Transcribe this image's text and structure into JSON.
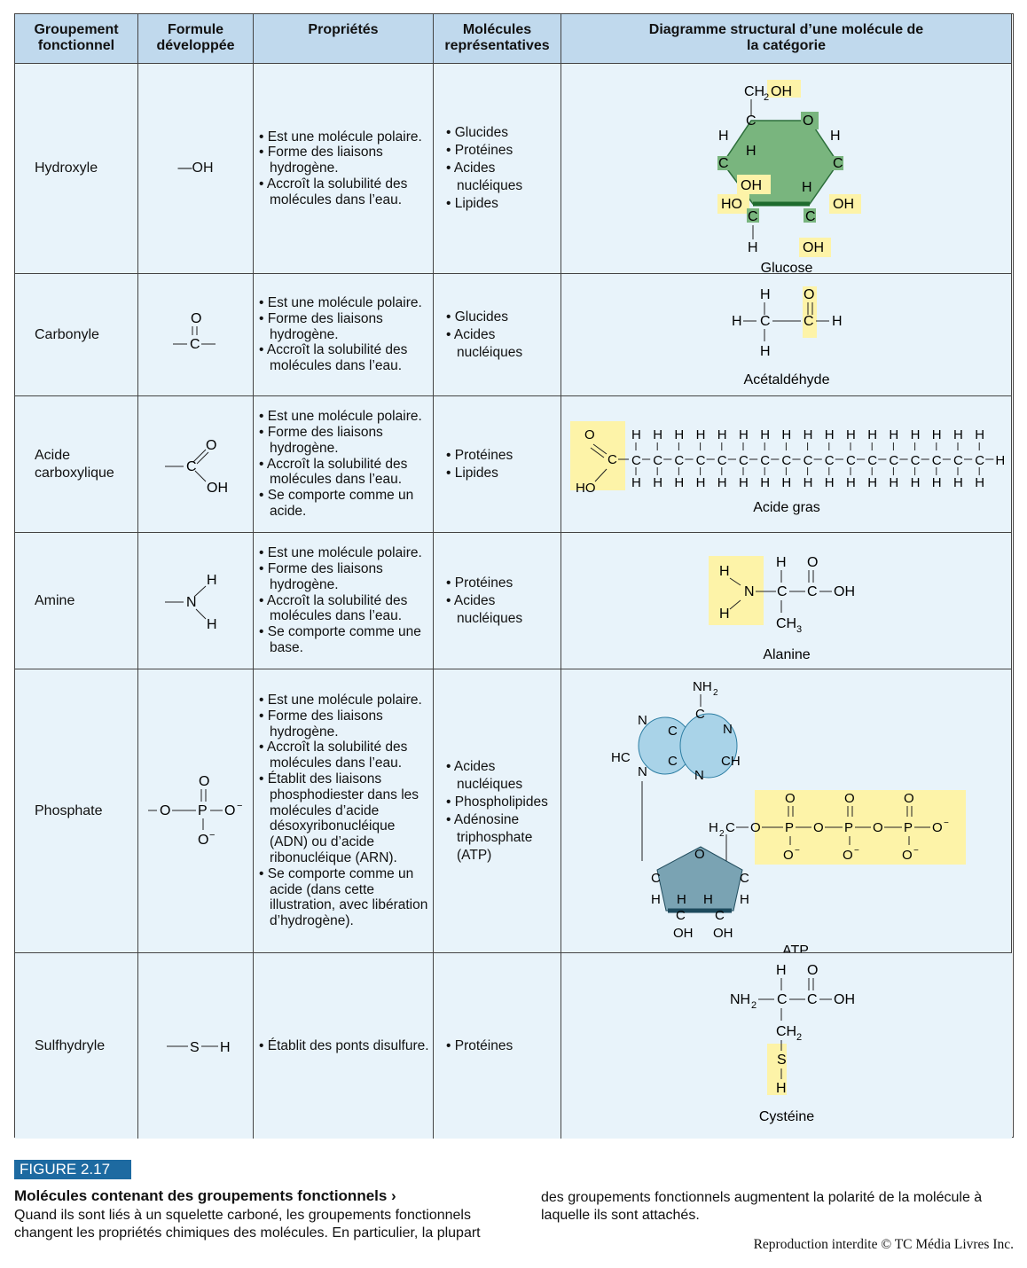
{
  "headers": [
    "Groupement fonctionnel",
    "Formule développée",
    "Propriétés",
    "Molécules représentatives",
    "Diagramme structural d’une molécule de la catégorie"
  ],
  "rows": [
    {
      "group": "Hydroxyle",
      "formula": "—OH",
      "properties": [
        "Est une molécule polaire.",
        "Forme des liaisons hydrogène.",
        "Accroît la solubilité des molécules dans l’eau."
      ],
      "molecules": [
        "Glucides",
        "Protéines",
        "Acides nucléiques",
        "Lipides"
      ],
      "example": "Glucose"
    },
    {
      "group": "Carbonyle",
      "formula": "",
      "properties": [
        "Est une molécule polaire.",
        "Forme des liaisons hydrogène.",
        "Accroît la solubilité des molécules dans l’eau."
      ],
      "molecules": [
        "Glucides",
        "Acides nucléiques"
      ],
      "example": "Acétaldéhyde"
    },
    {
      "group": "Acide carboxylique",
      "formula": "",
      "properties": [
        "Est une molécule polaire.",
        "Forme des liaisons hydrogène.",
        "Accroît la solubilité des molécules dans l’eau.",
        "Se comporte comme un acide."
      ],
      "molecules": [
        "Protéines",
        "Lipides"
      ],
      "example": "Acide gras"
    },
    {
      "group": "Amine",
      "formula": "",
      "properties": [
        "Est une molécule polaire.",
        "Forme des liaisons hydrogène.",
        "Accroît la solubilité des molécules dans l’eau.",
        "Se comporte comme une base."
      ],
      "molecules": [
        "Protéines",
        "Acides nucléiques"
      ],
      "example": "Alanine"
    },
    {
      "group": "Phosphate",
      "formula": "",
      "properties": [
        "Est une molécule polaire.",
        "Forme des liaisons hydrogène.",
        "Accroît la solubilité des molécules dans l’eau.",
        "Établit des liaisons phosphodiester dans les molécules d’acide désoxyribonucléique (ADN) ou d’acide ribonucléique (ARN).",
        "Se comporte comme un acide (dans cette illustration, avec libération d’hydrogène)."
      ],
      "molecules": [
        "Acides nucléiques",
        "Phospholipides",
        "Adénosine triphosphate (ATP)"
      ],
      "example": "ATP"
    },
    {
      "group": "Sulfhydryle",
      "formula": "",
      "properties": [
        "Établit des ponts disulfure."
      ],
      "molecules": [
        "Protéines"
      ],
      "example": "Cystéine"
    }
  ],
  "figure": {
    "label": "FIGURE 2.17",
    "title": "Molécules contenant des groupements fonctionnels ›",
    "text_left": "Quand ils sont liés à un squelette carboné, les groupements fonctionnels changent les propriétés chimiques des molécules. En particulier, la plupart",
    "text_right": "des groupements fonctionnels augmentent la polarité de la molécule à laquelle ils sont attachés.",
    "copyright": "Reproduction interdite © TC Média Livres Inc."
  },
  "colors": {
    "header_bg": "#c0d9ed",
    "cell_bg": "#e8f3fa",
    "highlight": "#fdf3a8",
    "label_bg": "#1d6aa1"
  }
}
